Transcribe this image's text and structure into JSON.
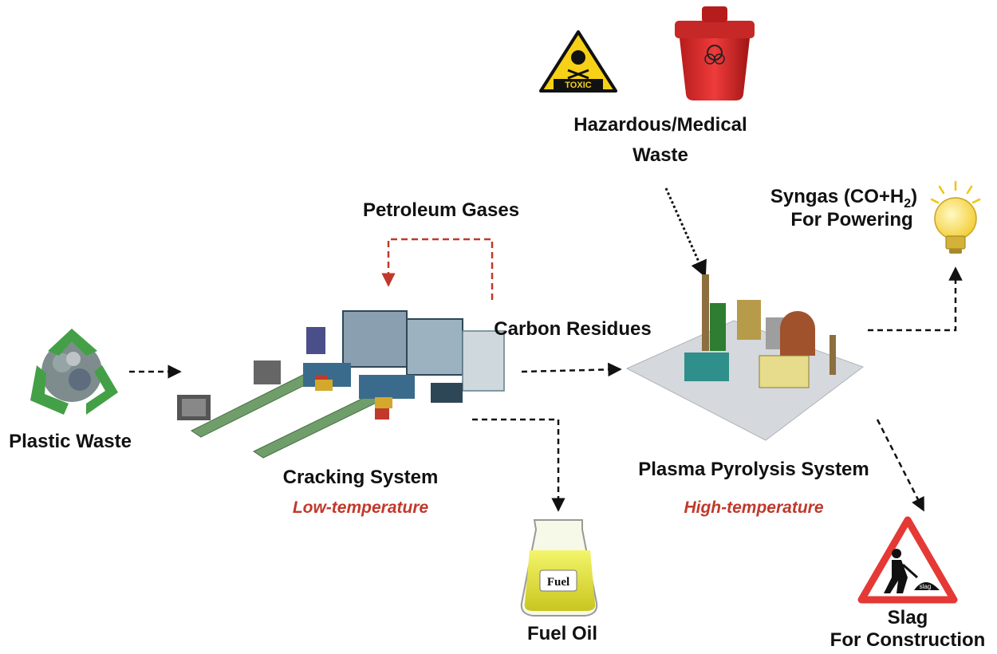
{
  "labels": {
    "plastic_waste": "Plastic Waste",
    "cracking_system": "Cracking System",
    "low_temperature": "Low-temperature",
    "petroleum_gases": "Petroleum Gases",
    "carbon_residues": "Carbon Residues",
    "hazardous_line1": "Hazardous/Medical",
    "hazardous_line2": "Waste",
    "syngas_prefix": "Syngas (CO+H",
    "syngas_subscript": "2",
    "syngas_suffix": ")",
    "syngas_line2": "For Powering",
    "plasma_system": "Plasma Pyrolysis System",
    "high_temperature": "High-temperature",
    "fuel_oil": "Fuel Oil",
    "slag_line1": "Slag",
    "slag_line2": "For Construction"
  },
  "icon_text": {
    "toxic": "TOXIC",
    "fuel": "Fuel",
    "slag": "slag"
  },
  "colors": {
    "label": "#111111",
    "temperature": "#c0392b",
    "gas_loop": "#c0392b",
    "arrow": "#111111"
  }
}
